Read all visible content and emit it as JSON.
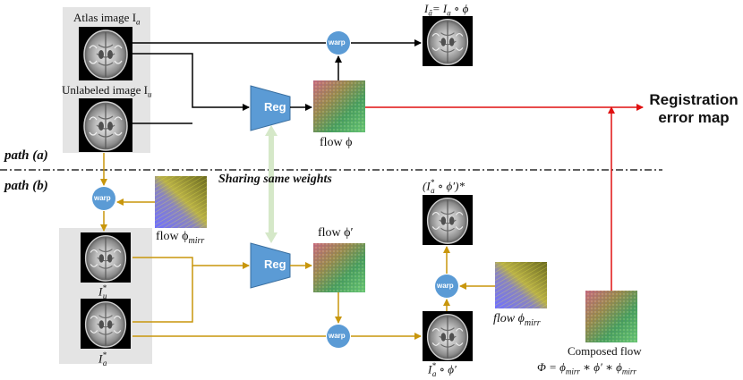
{
  "texts": {
    "atlas_label": "Atlas image I",
    "atlas_sub": "a",
    "unlabeled_label": "Unlabeled image I",
    "unlabeled_sub": "u",
    "warped_top_label": "I",
    "warped_top_sub": "ã",
    "warped_top_eq": "= I",
    "warped_top_eq_sub": "a",
    "warped_top_tail": " ∘ ϕ",
    "flow_phi": "flow ϕ",
    "flow_phi_prime": "flow ϕ′",
    "flow_mirr": "flow ϕ",
    "flow_mirr_sub": "mirr",
    "flow_mirr_right": "flow ϕ",
    "flow_mirr_right_sub": "mirr",
    "path_a": "path (a)",
    "path_b": "path (b)",
    "sharing": "Sharing same weights",
    "reg": "Reg",
    "warp": "warp",
    "registration_line1": "Registration",
    "registration_line2": "error map",
    "iu_star": "I",
    "iu_star_sub": "u",
    "ia_star": "I",
    "ia_star_sub": "a",
    "ia_star_comp": "I",
    "ia_star_comp_sub": "a",
    "ia_star_comp_tail": " ∘ ϕ′",
    "top_right_formula": "(I",
    "top_right_formula_sub": "a",
    "top_right_formula_tail": " ∘ ϕ′)*",
    "composed_flow": "Composed flow",
    "composed_formula": "Φ = ϕ",
    "composed_sub1": "mirr",
    "composed_mid": " ∗ ϕ′ ∗ ϕ",
    "composed_sub2": "mirr"
  },
  "colors": {
    "arrow_black": "#000000",
    "arrow_gold": "#c8960c",
    "arrow_red": "#e01010",
    "reg_fill": "#5b9bd5",
    "warp_fill": "#5b9bd5",
    "panel_gray": "#e4e4e4",
    "sharing_green": "#d5e8c8"
  }
}
